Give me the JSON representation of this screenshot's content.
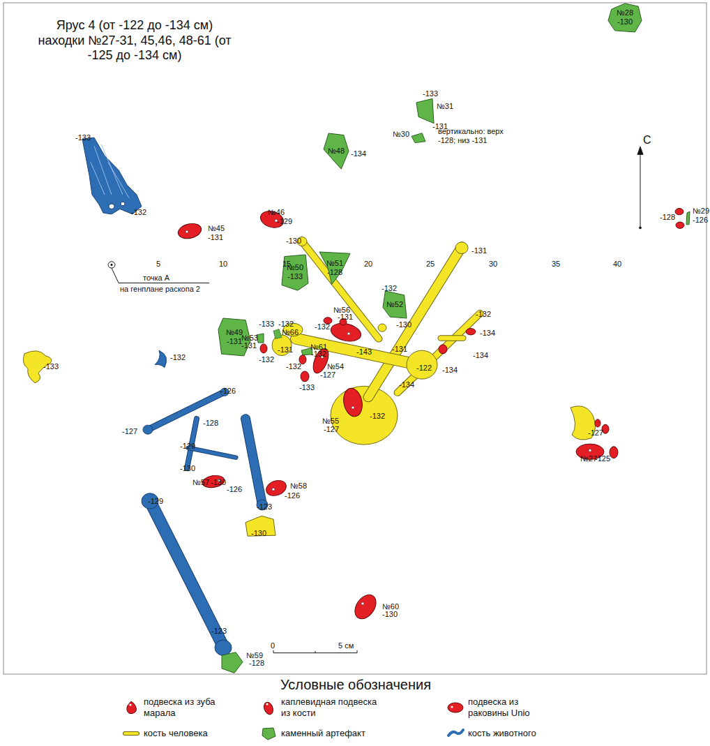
{
  "diagram": {
    "title": "Ярус 4 (от -122 до -134 см) находки №27-31, 45,46, 48-61 (от -125 до -134 см)",
    "nodes": [
      {
        "text": [
          "№28",
          "-130"
        ]
      },
      {
        "text": [
          "№48"
        ]
      },
      {
        "text": [
          "№50",
          "-133"
        ]
      },
      {
        "text": [
          "№51",
          "-128"
        ]
      },
      {
        "text": [
          "№52"
        ]
      },
      {
        "text": [
          "№49",
          "-131"
        ]
      }
    ],
    "labels": [
      "вертикально: верх -128; низ -131",
      "-133",
      "№31",
      "-131",
      "№30",
      "-134",
      "С",
      "№29",
      "-126",
      "-128",
      "-133",
      "-132",
      "№46",
      "-129",
      "№45",
      "-131",
      "-130",
      "5",
      "10",
      "15",
      "20",
      "25",
      "30",
      "35",
      "40",
      "точка А",
      "на генплане раскопа 2",
      "-132",
      "-130",
      "-131",
      "-132",
      "-134",
      "-134",
      "-134",
      "№56",
      "-131",
      "-132",
      "-143",
      "-131",
      "-133",
      "-132",
      "№66",
      "-131",
      "№53",
      "-131",
      "-132",
      "№61",
      "-132",
      "-132",
      "№54",
      "-127",
      "-133",
      "-134",
      "-122",
      "-132",
      "№55",
      "-127",
      "-133",
      "-132",
      "-127",
      "№27",
      "-125",
      "-126",
      "-127",
      "-128",
      "-129",
      "-130",
      "№57",
      "-130",
      "-126",
      "№58",
      "-126",
      "-123",
      "-130",
      "-129",
      "-123",
      "№59",
      "-128",
      "0",
      "5 см",
      "№60",
      "-130",
      "Условные обозначения"
    ],
    "legend": [
      {
        "text": "подвеска из зуба марала",
        "color": "#e31e24"
      },
      {
        "text": "каплевидная подвеска из кости",
        "color": "#e31e24"
      },
      {
        "text": "подвеска из раковины Unio",
        "color": "#e31e24"
      },
      {
        "text": "кость человека",
        "color": "#f4e626"
      },
      {
        "text": "каменный артефакт",
        "color": "#5fb547"
      },
      {
        "text": "кость животного",
        "color": "#2c6db3"
      }
    ]
  }
}
